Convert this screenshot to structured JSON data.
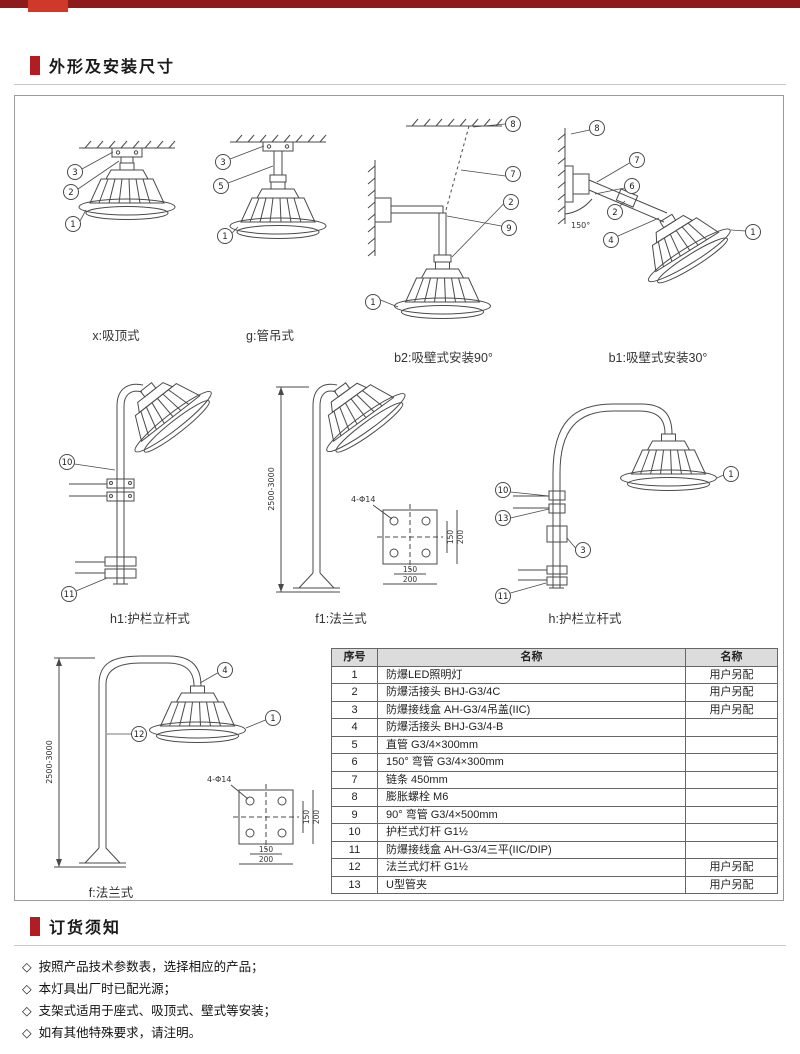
{
  "sections": {
    "dims_title": "外形及安装尺寸",
    "order_title": "订货须知"
  },
  "drw": {
    "d1": {
      "label": "x:吸顶式",
      "co": [
        "3",
        "2",
        "1"
      ]
    },
    "d2": {
      "label": "g:管吊式",
      "co": [
        "3",
        "5",
        "1"
      ]
    },
    "d3": {
      "label": "b2:吸壁式安装90°",
      "co": [
        "8",
        "7",
        "2",
        "9",
        "1"
      ]
    },
    "d4": {
      "label": "b1:吸壁式安装30°",
      "co": [
        "8",
        "7",
        "6",
        "2",
        "4",
        "1"
      ],
      "angle": "150°"
    },
    "d5": {
      "label": "h1:护栏立杆式",
      "co": [
        "10",
        "11"
      ]
    },
    "d6": {
      "label": "f1:法兰式",
      "dim": "2500-3000",
      "holes": "4-Φ14",
      "d_in": "150",
      "d_out": "200"
    },
    "d7": {
      "label": "h:护栏立杆式",
      "co": [
        "1",
        "10",
        "13",
        "3",
        "11"
      ]
    },
    "d8": {
      "label": "f:法兰式",
      "co": [
        "4",
        "1",
        "12"
      ],
      "dim": "2500-3000",
      "holes": "4-Φ14",
      "d_in": "150",
      "d_out": "200"
    }
  },
  "table": {
    "headers": [
      "序号",
      "名称",
      "名称"
    ],
    "rows": [
      [
        "1",
        "防爆LED照明灯",
        "用户另配"
      ],
      [
        "2",
        "防爆活接头 BHJ-G3/4C",
        "用户另配"
      ],
      [
        "3",
        "防爆接线盒 AH-G3/4吊盖(IIC)",
        "用户另配"
      ],
      [
        "4",
        "防爆活接头 BHJ-G3/4-B",
        ""
      ],
      [
        "5",
        "直管 G3/4×300mm",
        ""
      ],
      [
        "6",
        "150° 弯管 G3/4×300mm",
        ""
      ],
      [
        "7",
        "链条 450mm",
        ""
      ],
      [
        "8",
        "膨胀螺栓 M6",
        ""
      ],
      [
        "9",
        "90° 弯管 G3/4×500mm",
        ""
      ],
      [
        "10",
        "护栏式灯杆 G1½",
        ""
      ],
      [
        "11",
        "防爆接线盒 AH-G3/4三平(IIC/DIP)",
        ""
      ],
      [
        "12",
        "法兰式灯杆 G1½",
        "用户另配"
      ],
      [
        "13",
        "U型管夹",
        "用户另配"
      ]
    ]
  },
  "notes": {
    "bullet": "◇",
    "items": [
      "按照产品技术参数表，选择相应的产品；",
      "本灯具出厂时已配光源；",
      "支架式适用于座式、吸顶式、壁式等安装；",
      "如有其他特殊要求，请注明。"
    ]
  }
}
